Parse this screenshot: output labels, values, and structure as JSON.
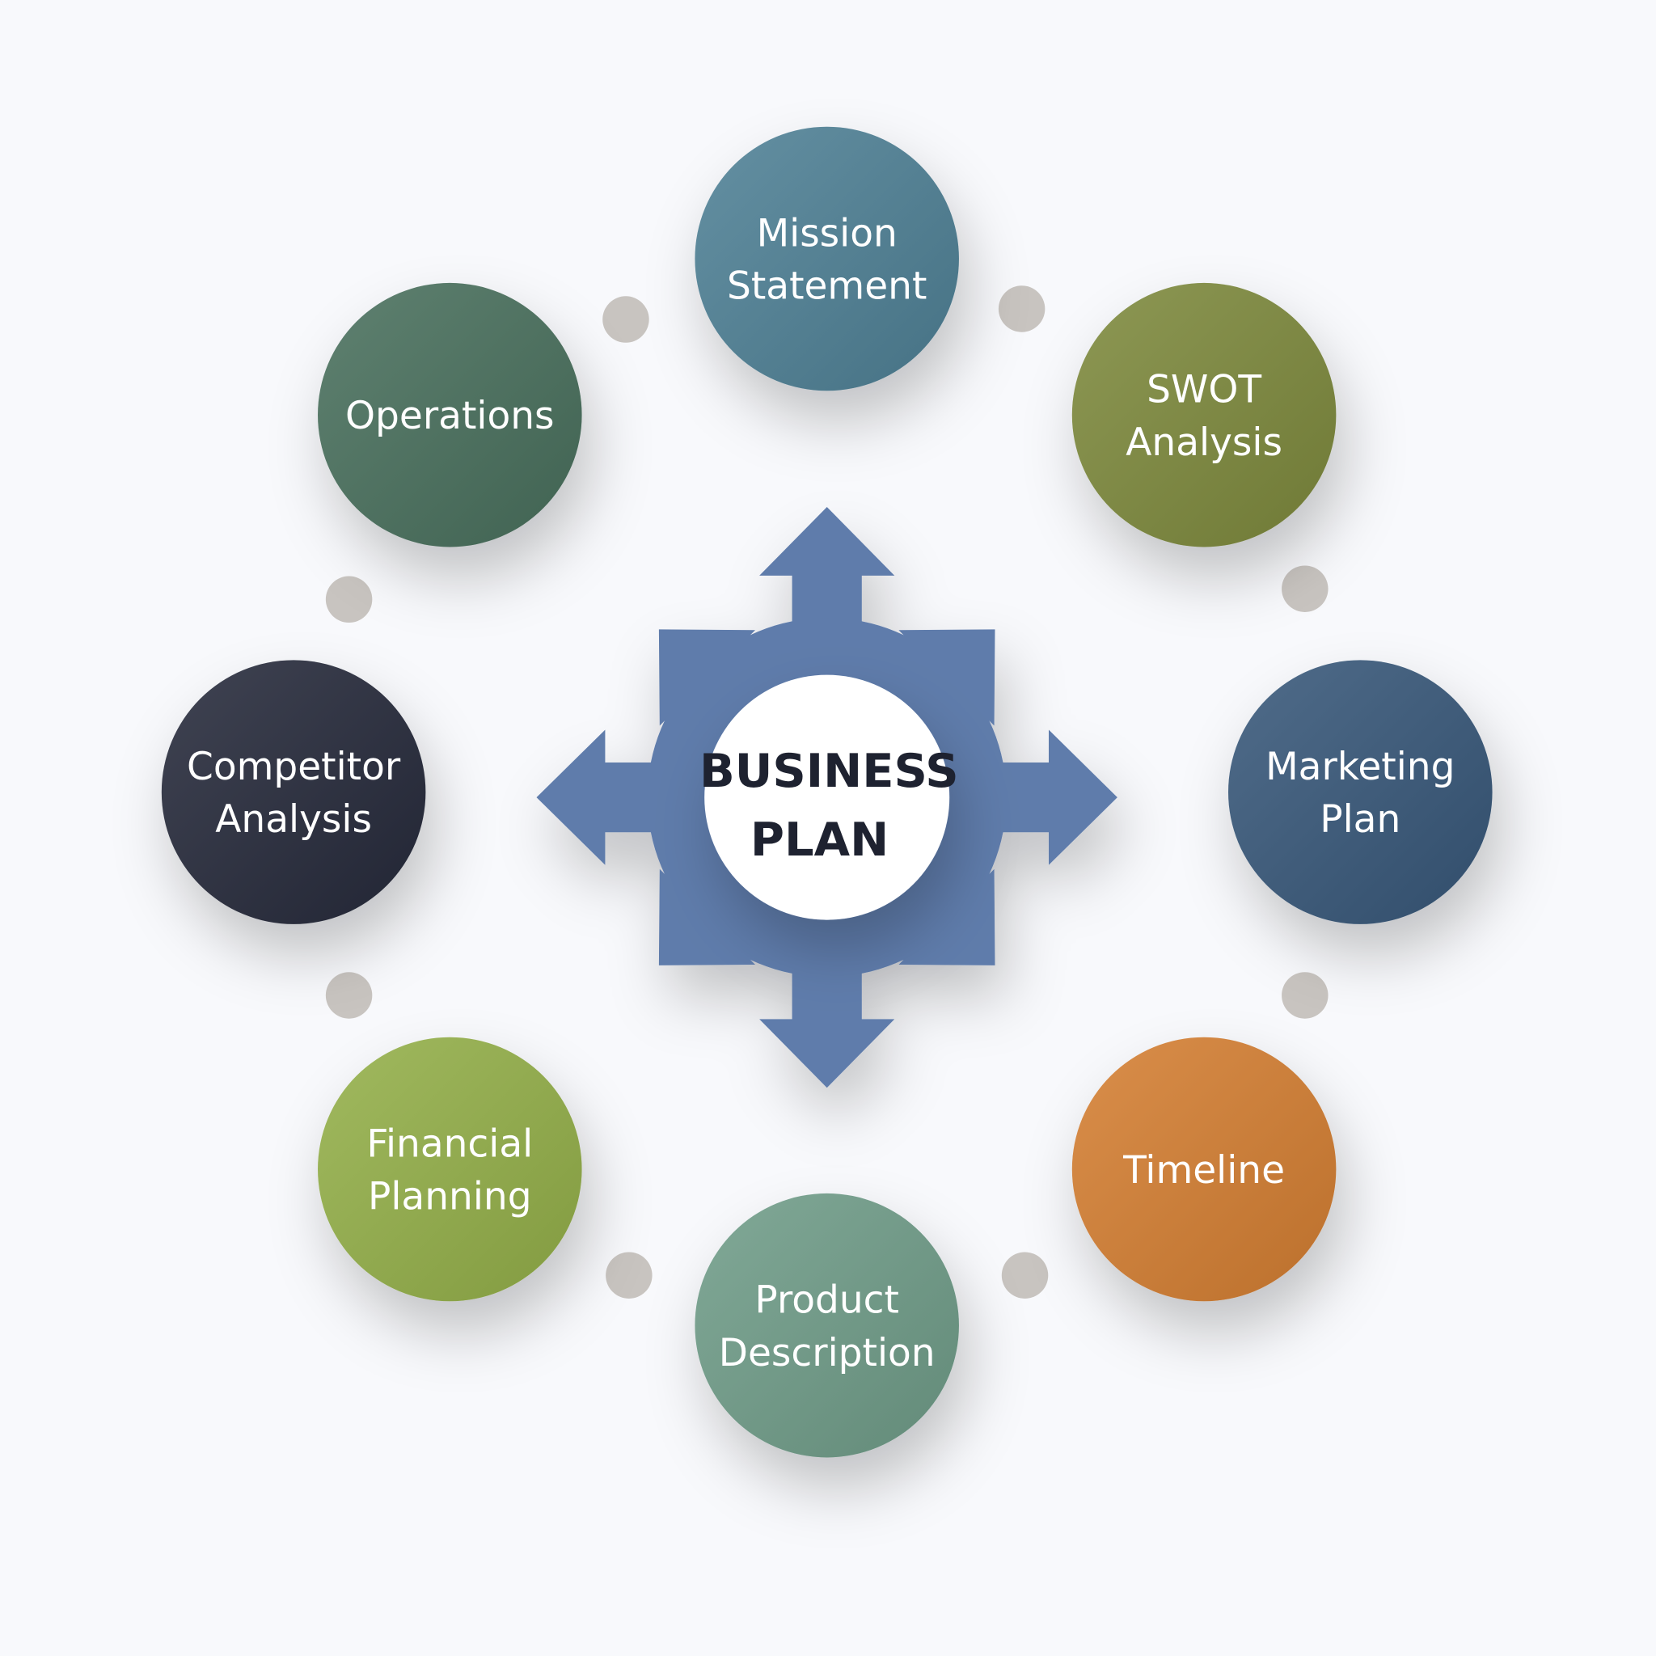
{
  "center": {
    "lines": [
      "BUSINESS",
      "PLAN"
    ],
    "color": "#5f7cab"
  },
  "nodes": [
    {
      "lines": [
        "Mission",
        "Statement"
      ],
      "color": "#4f8196"
    },
    {
      "lines": [
        "SWOT",
        "Analysis"
      ],
      "color": "#7e8a3d"
    },
    {
      "lines": [
        "Marketing",
        "Plan"
      ],
      "color": "#37587a"
    },
    {
      "lines": [
        "Timeline"
      ],
      "color": "#d57f33"
    },
    {
      "lines": [
        "Product",
        "Description"
      ],
      "color": "#6f9d89"
    },
    {
      "lines": [
        "Financial",
        "Planning"
      ],
      "color": "#94b048"
    },
    {
      "lines": [
        "Competitor",
        "Analysis"
      ],
      "color": "#272b3b"
    },
    {
      "lines": [
        "Operations"
      ],
      "color": "#4a705d"
    }
  ],
  "connector_dot_color": "#c8c4c0"
}
